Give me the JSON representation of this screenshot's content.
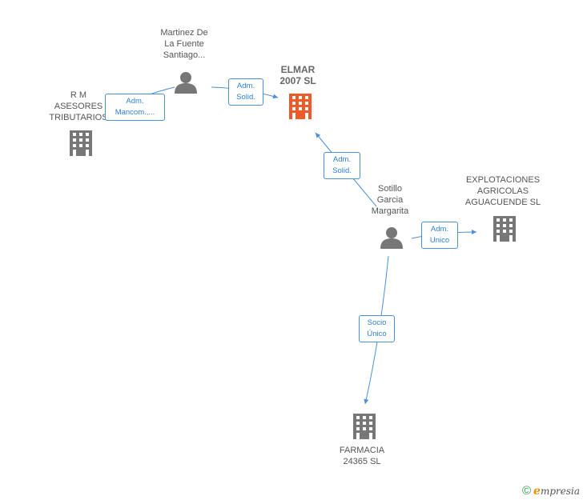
{
  "nodes": {
    "elmar": {
      "label": "ELMAR\n2007 SL",
      "type": "company-main",
      "color": "#f05a28"
    },
    "martinez": {
      "label": "Martinez De\nLa Fuente\nSantiago...",
      "type": "person"
    },
    "rm": {
      "label": "R M\nASESORES\nTRIBUTARIOS",
      "type": "company"
    },
    "sotillo": {
      "label": "Sotillo\nGarcia\nMargarita",
      "type": "person"
    },
    "explotaciones": {
      "label": "EXPLOTACIONES\nAGRICOLAS\nAGUACUENDE SL",
      "type": "company"
    },
    "farmacia": {
      "label": "FARMACIA\n24365 SL",
      "type": "company"
    }
  },
  "edges": {
    "martinez_elmar": "Adm.\nSolid.",
    "martinez_rm": "Adm.\nMancom.,...",
    "sotillo_elmar": "Adm.\nSolid.",
    "sotillo_explotaciones": "Adm.\nUnico",
    "sotillo_farmacia": "Socio\nÚnico"
  },
  "footer": {
    "copyright": "©",
    "brand_initial": "e",
    "brand_rest": "mpresia"
  },
  "colors": {
    "edge": "#4a90d9",
    "icon": "#777777",
    "main_icon": "#f05a28"
  }
}
